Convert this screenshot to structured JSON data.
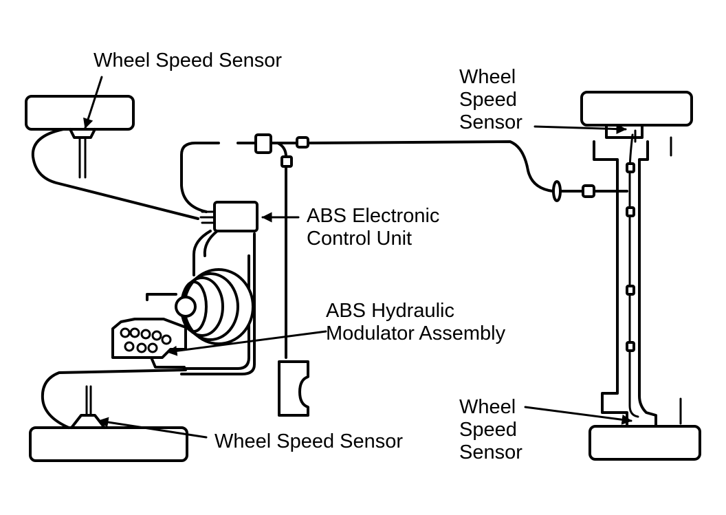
{
  "labels": {
    "wss_front_left": [
      "Wheel Speed Sensor"
    ],
    "wss_front_right": [
      "Wheel",
      "Speed",
      "Sensor"
    ],
    "ecu": [
      "ABS Electronic",
      "Control Unit"
    ],
    "modulator": [
      "ABS Hydraulic",
      "Modulator Assembly"
    ],
    "wss_rear_left": [
      "Wheel Speed Sensor"
    ],
    "wss_rear_right": [
      "Wheel",
      "Speed",
      "Sensor"
    ]
  },
  "colors": {
    "ink": "#000000",
    "paper": "#ffffff"
  }
}
